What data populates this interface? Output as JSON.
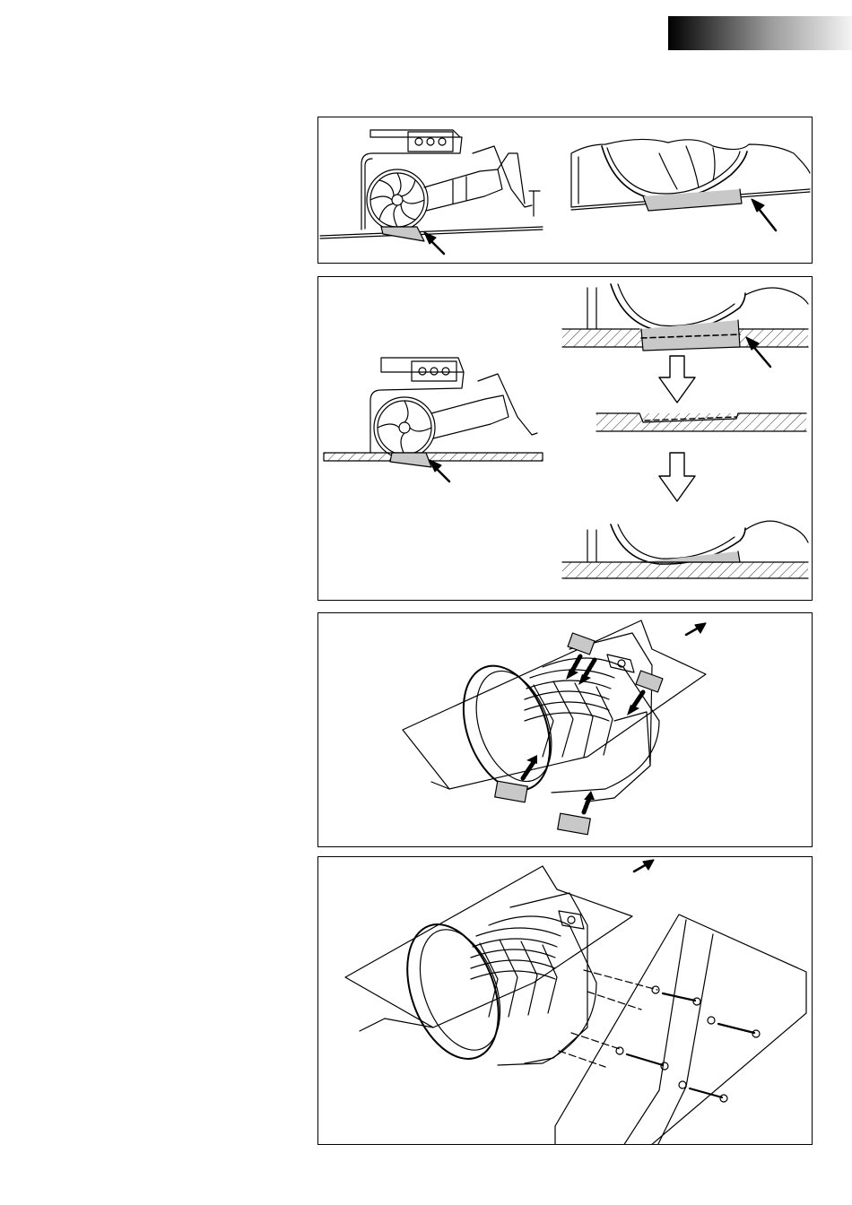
{
  "page": {
    "header_gradient": [
      "#000000",
      "#f4f4f4"
    ],
    "line_color": "#000000",
    "fill_gray": "#c8c8c8",
    "panel_count": 4
  },
  "figures": [
    {
      "name": "thruster-side-view-with-detail",
      "icons": [
        "thruster-icon",
        "fan-housing-icon",
        "arrow-icon"
      ]
    },
    {
      "name": "hull-cutout-sequence",
      "icons": [
        "thruster-icon",
        "hatched-hull-icon",
        "down-arrow-icon"
      ]
    },
    {
      "name": "tunnel-padding-install",
      "icons": [
        "tunnel-icon",
        "pad-icon",
        "push-arrow-icon"
      ]
    },
    {
      "name": "cover-plate-screw-install",
      "icons": [
        "tunnel-icon",
        "cover-plate-icon",
        "screw-icon"
      ]
    }
  ]
}
